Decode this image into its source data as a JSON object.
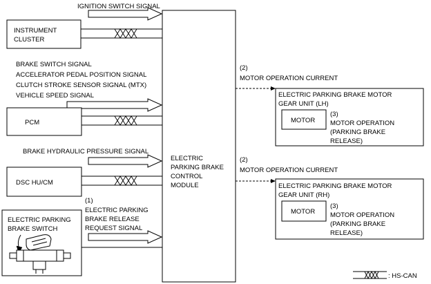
{
  "signals": {
    "ignition": "IGNITION SWITCH SIGNAL",
    "brake_switch": "BRAKE SWITCH SIGNAL",
    "accel_pedal": "ACCELERATOR PEDAL POSITION SIGNAL",
    "clutch_stroke": "CLUTCH STROKE SENSOR SIGNAL (MTX)",
    "vehicle_speed": "VEHICLE SPEED SIGNAL",
    "brake_hydraulic": "BRAKE HYDRAULIC PRESSURE SIGNAL",
    "release_number": "(1)",
    "release_line1": "ELECTRIC PARKING",
    "release_line2": "BRAKE RELEASE",
    "release_line3": "REQUEST SIGNAL"
  },
  "left_modules": {
    "instrument_line1": "INSTRUMENT",
    "instrument_line2": "CLUSTER",
    "pcm": "PCM",
    "dsc": "DSC HU/CM",
    "switch_line1": "ELECTRIC PARKING",
    "switch_line2": "BRAKE SWITCH"
  },
  "control_module": {
    "line1": "ELECTRIC",
    "line2": "PARKING BRAKE",
    "line3": "CONTROL",
    "line4": "MODULE"
  },
  "outputs": {
    "lh": {
      "number": "(2)",
      "current": "MOTOR OPERATION CURRENT",
      "unit_line1": "ELECTRIC PARKING BRAKE MOTOR",
      "unit_line2": "GEAR UNIT (LH)",
      "motor": "MOTOR",
      "op_number": "(3)",
      "op_line1": "MOTOR OPERATION",
      "op_line2": "(PARKING BRAKE",
      "op_line3": "RELEASE)"
    },
    "rh": {
      "number": "(2)",
      "current": "MOTOR OPERATION CURRENT",
      "unit_line1": "ELECTRIC PARKING BRAKE MOTOR",
      "unit_line2": "GEAR UNIT (RH)",
      "motor": "MOTOR",
      "op_number": "(3)",
      "op_line1": "MOTOR OPERATION",
      "op_line2": "(PARKING BRAKE",
      "op_line3": "RELEASE)"
    }
  },
  "legend": {
    "label": ": HS-CAN"
  }
}
